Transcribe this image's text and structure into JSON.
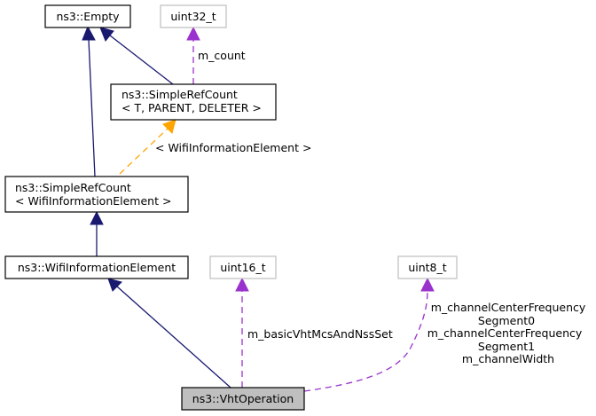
{
  "nodes": {
    "empty": "ns3::Empty",
    "uint32": "uint32_t",
    "simple_ref_count_generic": [
      "ns3::SimpleRefCount",
      "< T, PARENT, DELETER >"
    ],
    "simple_ref_count_wifi": [
      "ns3::SimpleRefCount",
      "< WifiInformationElement >"
    ],
    "wifi_information_element": "ns3::WifiInformationElement",
    "uint16": "uint16_t",
    "uint8": "uint8_t",
    "vht_operation": "ns3::VhtOperation"
  },
  "edge_labels": {
    "m_count": "m_count",
    "template_arg": "< WifiInformationElement >",
    "basic_mcs": "m_basicVhtMcsAndNssSet",
    "uint8_members": [
      "m_channelCenterFrequency",
      "Segment0",
      "m_channelCenterFrequency",
      "Segment1",
      "m_channelWidth"
    ]
  },
  "colors": {
    "inheritance": "#191970",
    "usage": "#9a32cd",
    "template": "#ffa500",
    "current_node_fill": "#bfbfbf",
    "external_node_border": "#bfbfbf"
  }
}
